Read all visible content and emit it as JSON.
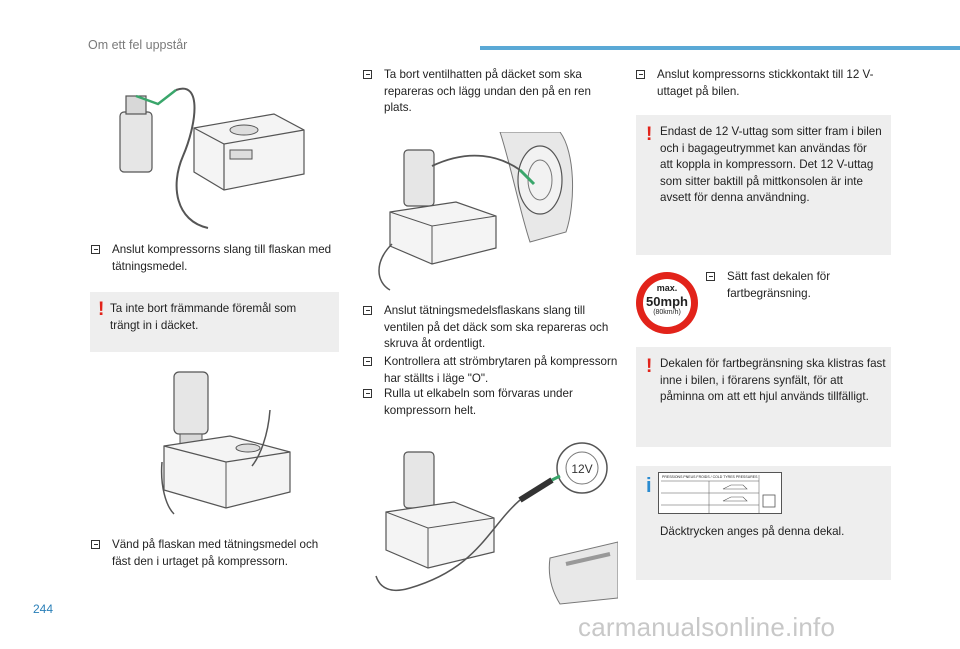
{
  "header": {
    "title": "Om ett fel uppstår",
    "accent_color": "#5aa9d6"
  },
  "page_number": "244",
  "watermark": "carmanualsonline.info",
  "col1": {
    "step1": "Anslut kompressorns slang till flaskan med tätningsmedel.",
    "warning": "Ta inte bort främmande föremål som trängt in i däcket.",
    "step2": "Vänd på flaskan med tätningsmedel och fäst den i urtaget på kompressorn."
  },
  "col2": {
    "step1": "Ta bort ventilhatten på däcket som ska repareras och lägg undan den på en ren plats.",
    "step2": "Anslut tätningsmedelsflaskans slang till ventilen på det däck som ska repareras och skruva åt ordentligt.",
    "step3": "Kontrollera att strömbrytaren på kompressorn har ställts i läge \"O\".",
    "step4": "Rulla ut elkabeln som förvaras under kompressorn helt.",
    "socket_label": "12V"
  },
  "col3": {
    "step1": "Anslut kompressorns stickkontakt till 12 V-uttaget på bilen.",
    "warning1": "Endast de 12 V-uttag som sitter fram i bilen och i bagageutrymmet kan användas för att koppla in kompressorn. Det 12 V-uttag som sitter baktill på mittkonsolen är inte avsett för denna användning.",
    "sign": {
      "max": "max.",
      "speed": "50mph",
      "kmh": "(80km/h)"
    },
    "step2": "Sätt fast dekalen för fartbegränsning.",
    "warning2": "Dekalen för fartbegränsning ska klistras fast inne i bilen, i förarens synfält, för att påminna om att ett hjul används tillfälligt.",
    "label_heading": "PRESSIONS PNEUS FROIDS / COLD TYRES PRESSURES",
    "info": "Däcktrycken anges på denna dekal."
  },
  "colors": {
    "warning": "#e2231a",
    "info": "#2a8bd0",
    "note_bg": "#eeeeee",
    "illustration_highlight": "#3aa66b"
  }
}
